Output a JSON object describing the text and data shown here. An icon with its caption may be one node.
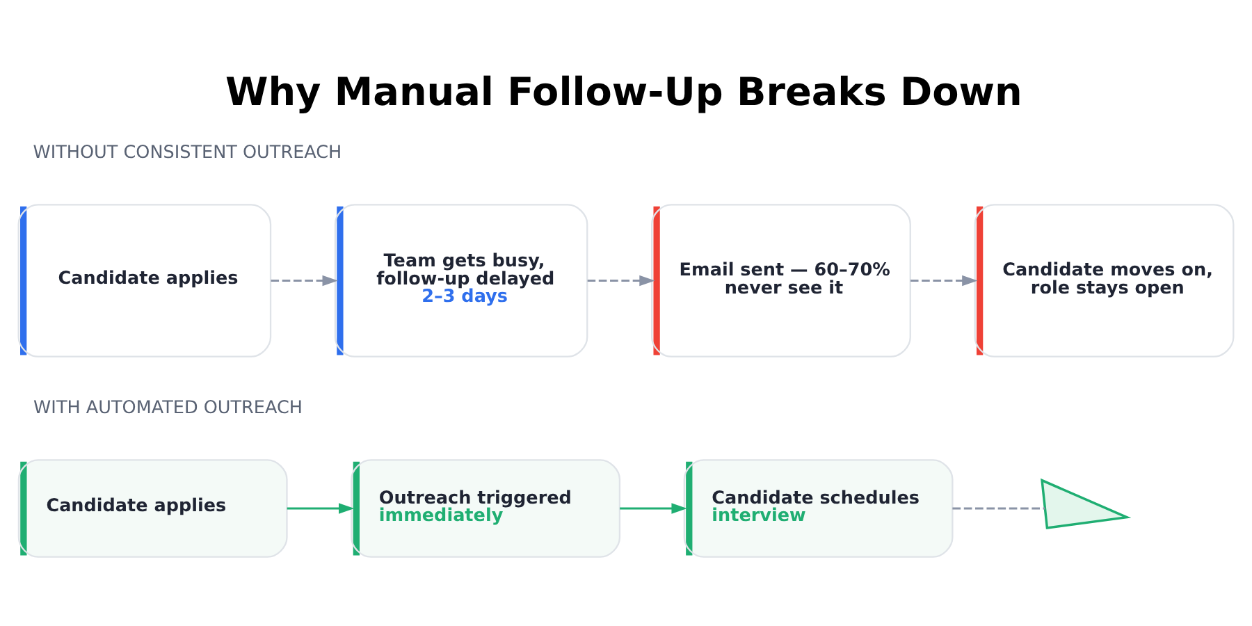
{
  "diagram": {
    "title": "Why Manual Follow-Up Breaks Down",
    "nodes": [
      {
        "text": [
          "Candidate applies"
        ]
      },
      {
        "text": [
          "Team gets busy, follow-up delayed",
          "2–3 days"
        ]
      },
      {
        "text": [
          "Email sent — 60–70% never see it"
        ]
      },
      {
        "text": [
          "Candidate moves on, role stays open"
        ]
      },
      {
        "text": [
          "Candidate applies"
        ]
      },
      {
        "text": [
          "Outreach triggered",
          "immediately"
        ]
      },
      {
        "text": [
          "Candidate schedules",
          "interview"
        ]
      },
      {
        "text": [],
        "shape": "picture"
      }
    ],
    "edges": [
      {
        "from": 0,
        "to": 1,
        "arrow": "to",
        "style": "dashed"
      },
      {
        "from": 1,
        "to": 2,
        "arrow": "to",
        "style": "dashed"
      },
      {
        "from": 2,
        "to": 3,
        "arrow": "to",
        "style": "dashed"
      },
      {
        "from": 4,
        "to": 5,
        "arrow": "to",
        "color": "#1fae72"
      },
      {
        "from": 5,
        "to": 6,
        "arrow": "to",
        "color": "#1fae72"
      },
      {
        "from": 6,
        "to": 7,
        "arrow": "none",
        "style": "dashed"
      }
    ],
    "labels": [
      "WITHOUT CONSISTENT OUTREACH",
      "WITH AUTOMATED OUTREACH"
    ]
  }
}
